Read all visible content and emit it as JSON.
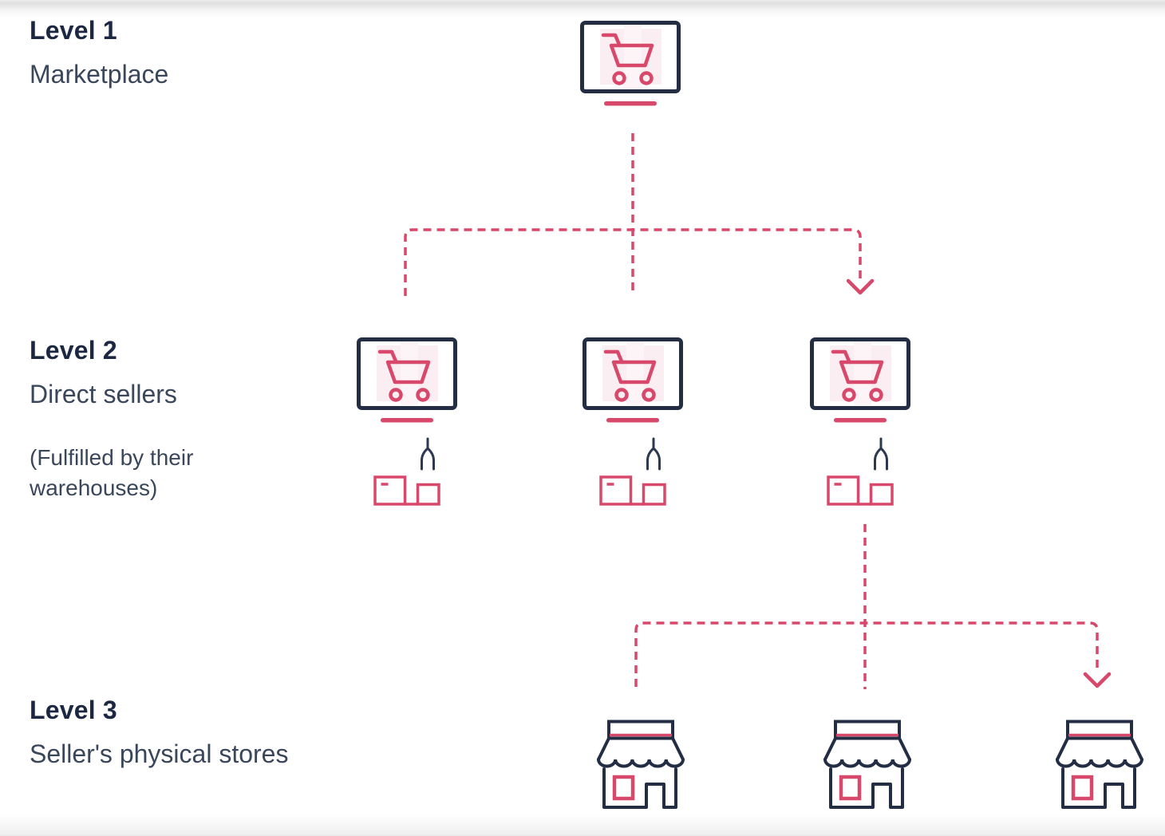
{
  "diagram": {
    "levels": [
      {
        "id": "level-1",
        "title": "Level 1",
        "subtitle": "Marketplace",
        "note": "",
        "node_count": 1
      },
      {
        "id": "level-2",
        "title": "Level 2",
        "subtitle": "Direct sellers",
        "note": "(Fulfilled by their warehouses)",
        "node_count": 3
      },
      {
        "id": "level-3",
        "title": "Level 3",
        "subtitle": "Seller's physical stores",
        "note": "",
        "node_count": 3
      }
    ],
    "connectors": [
      {
        "from": "marketplace",
        "to": "direct-sellers",
        "style": "dashed",
        "arrowhead_on": "rightmost-branch"
      },
      {
        "from": "direct-seller-3",
        "to": "physical-stores",
        "style": "dashed",
        "arrowhead_on": "rightmost-branch"
      }
    ],
    "icons": {
      "level1": "monitor-cart-icon",
      "level2": [
        "monitor-cart-icon",
        "warehouse-claw-icon",
        "warehouse-boxes-icon"
      ],
      "level3": "storefront-icon"
    },
    "colors": {
      "accent_pink": "#d8486b",
      "light_pink_fill": "#fbeef2",
      "navy_outline": "#232e44",
      "claw_navy": "#2d3950",
      "heading_text": "#1c2742",
      "body_text": "#3a465a"
    }
  }
}
